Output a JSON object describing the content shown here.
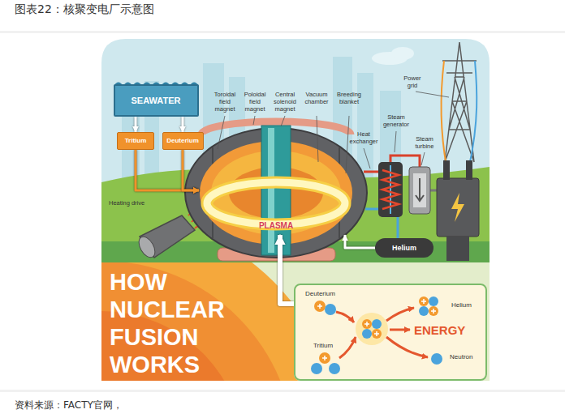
{
  "diagram": {
    "title": "图表22：核聚变电厂示意图",
    "caption": "资料来源：FACTY官网，",
    "nodes": [
      {
        "text": [
          "SEAWATER"
        ]
      },
      {
        "text": [
          "Tritium"
        ]
      },
      {
        "text": [
          "Deuterium"
        ]
      },
      {
        "text": [
          "PLASMA"
        ]
      },
      {
        "text": [
          "Helium"
        ]
      },
      {
        "text": [
          "Deuterium",
          "Tritium",
          "Helium",
          "ENERGY",
          "Neutron"
        ]
      }
    ],
    "edges": [
      {
        "from": 0,
        "to": 1,
        "arrow": "to"
      },
      {
        "from": 0,
        "to": 2,
        "arrow": "to"
      },
      {
        "from": 1,
        "to": 3,
        "arrow": "to"
      },
      {
        "from": 2,
        "to": 3,
        "arrow": "to"
      },
      {
        "from": 4,
        "to": 3,
        "arrow": "to"
      },
      {
        "from": 5,
        "to": 3,
        "arrow": "to"
      }
    ],
    "labels": [
      "Toroidal field magnet",
      "Poloidal field magnet",
      "Central solenoid magnet",
      "Vacuum chamber",
      "Breeding blanket",
      "Power grid",
      "Steam generator",
      "Heat exchanger",
      "Steam turbine",
      "Heating drive",
      "HOW NUCLEAR FUSION WORKS"
    ]
  }
}
